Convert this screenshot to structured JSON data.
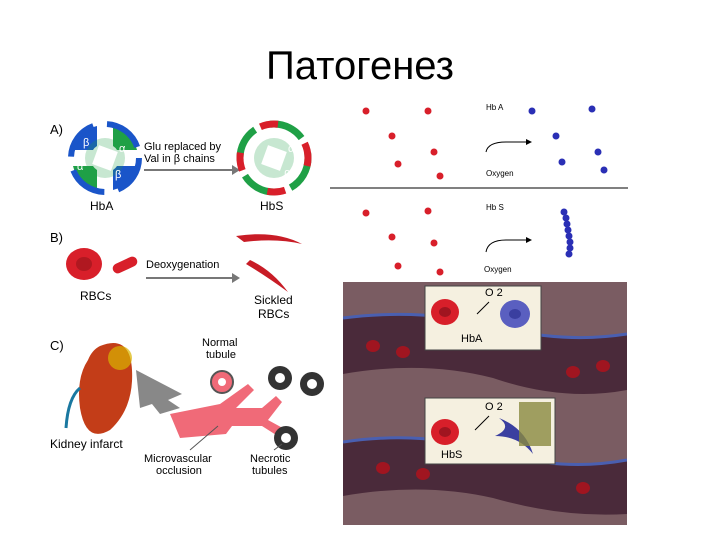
{
  "slide": {
    "title": "Патогенез"
  },
  "left_figure": {
    "panel_a": {
      "letter": "A)",
      "arrow_label_line1": "Glu replaced by",
      "arrow_label_line2": "Val in β chains",
      "left_label": "HbA",
      "right_label": "HbS",
      "subunit_beta": "β",
      "subunit_alpha": "α"
    },
    "panel_b": {
      "letter": "B)",
      "arrow_label": "Deoxygenation",
      "left_label": "RBCs",
      "right_label_line1": "Sickled",
      "right_label_line2": "RBCs"
    },
    "panel_c": {
      "letter": "C)",
      "kidney_label": "Kidney infarct",
      "normal_label_line1": "Normal",
      "normal_label_line2": "tubule",
      "occlusion_label_line1": "Microvascular",
      "occlusion_label_line2": "occlusion",
      "necrotic_label_line1": "Necrotic",
      "necrotic_label_line2": "tubules"
    }
  },
  "right_top": {
    "hba_label": "Hb A",
    "hbs_label": "Hb S",
    "oxygen_label_1": "Oxygen",
    "oxygen_label_2": "Oxygen"
  },
  "right_bottom": {
    "o2_label_1": "O 2",
    "o2_label_2": "O 2",
    "hba_label": "HbA",
    "hbs_label": "HbS"
  },
  "colors": {
    "red": "#d81f2a",
    "blue": "#2a2fb5",
    "green": "#1fa046",
    "vessel_bg": "#7a5c62"
  }
}
